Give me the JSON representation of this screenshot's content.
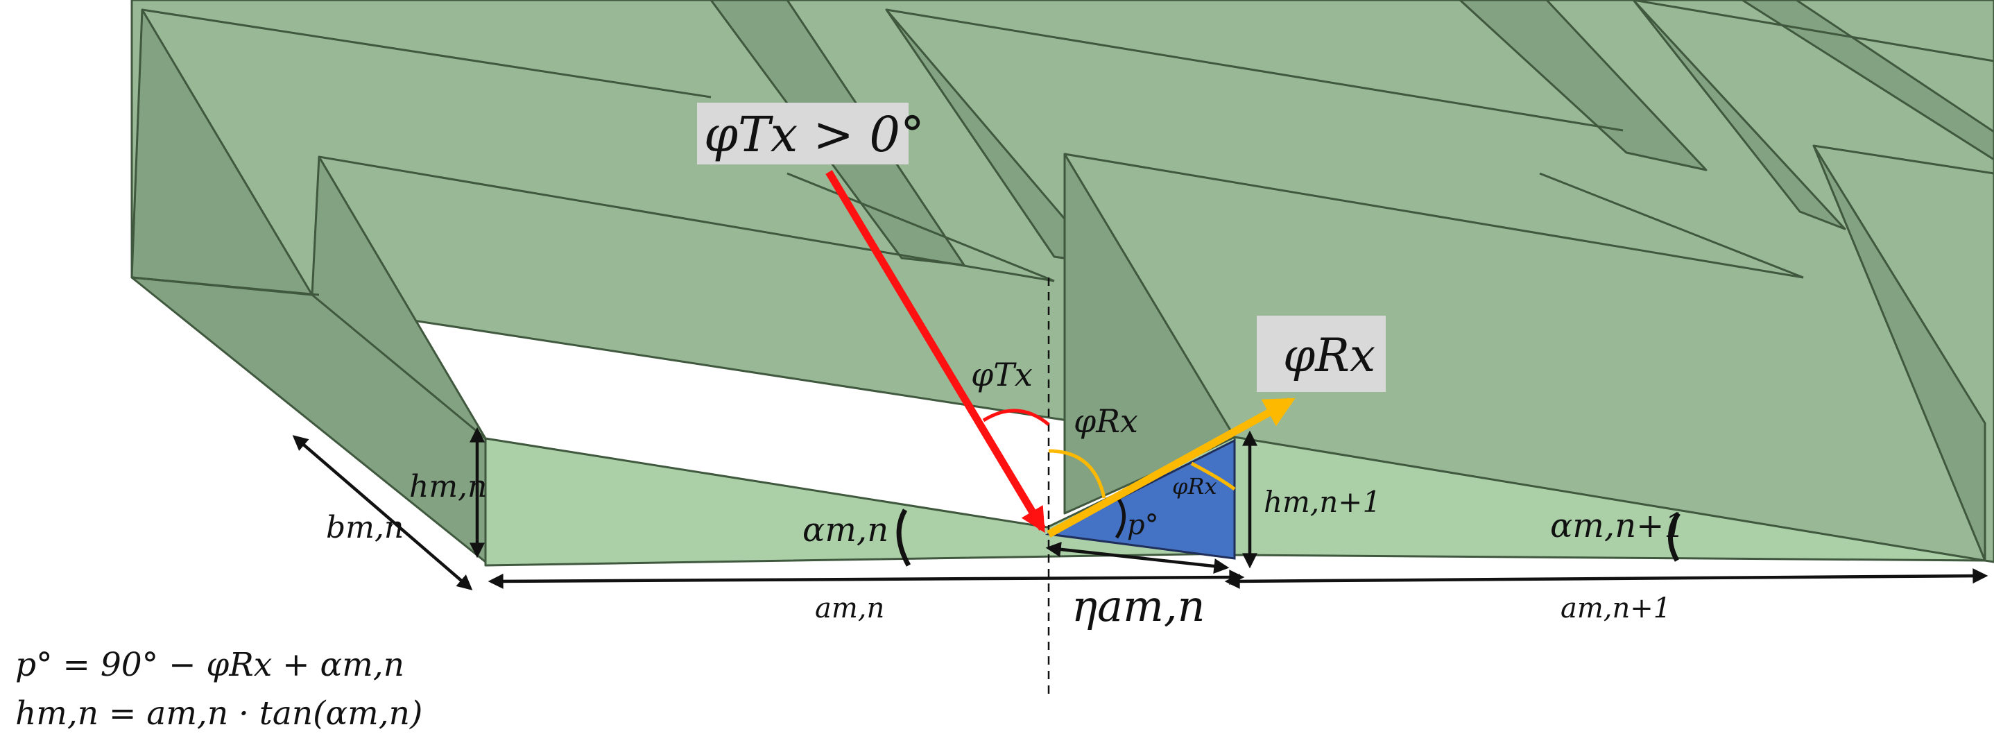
{
  "colors": {
    "top_face": "#98b896",
    "slope_face": "#82a282",
    "bottom_strip": "#abd0a8",
    "edge": "#3f583e",
    "incident_ray": "#ff1111",
    "reflected_ray": "#fdb900",
    "triangle_fill": "#4472c4",
    "label_box": "#d9d9d9"
  },
  "labels": {
    "incident_box": "φTx > 0°",
    "reflected_box": "φRx",
    "phi_tx": "φTx",
    "phi_rx": "φRx",
    "phi_rx_small": "φRx",
    "p_deg": "p°",
    "h_mn": "hm,n",
    "h_mn1": "hm,n+1",
    "b_mn": "bm,n",
    "alpha_mn": "αm,n",
    "alpha_mn1": "αm,n+1",
    "a_mn": "am,n",
    "a_mn1": "am,n+1",
    "eta": "ηam,n"
  },
  "formulas": {
    "f1": "p° = 90° − φRx + αm,n",
    "f2": "hm,n = am,n · tan(αm,n)"
  },
  "icons": {
    "incident_ray": "incident-ray-arrow",
    "reflected_ray": "reflected-ray-arrow",
    "dimension_arrows": "double-headed-arrow"
  }
}
